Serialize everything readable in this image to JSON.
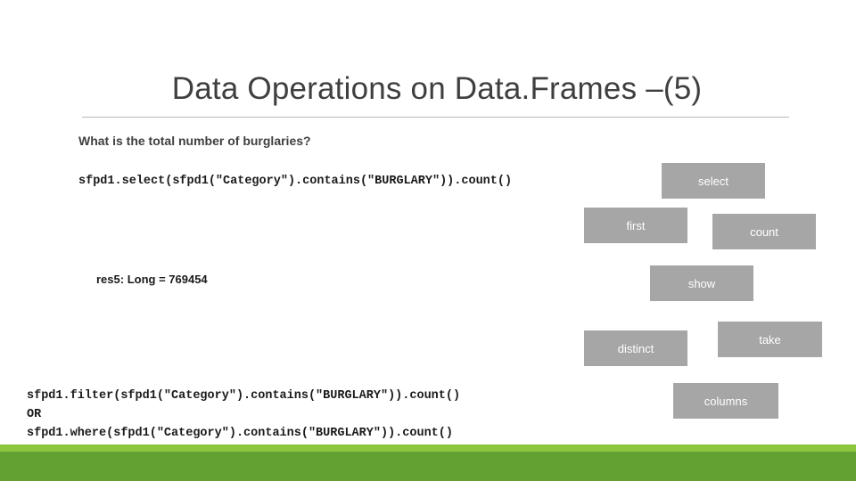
{
  "slide": {
    "title": "Data Operations on Data.Frames –(5)",
    "subtitle": "What is the total number of burglaries?",
    "code_select": "sfpd1.select(sfpd1(\"Category\").contains(\"BURGLARY\")).count()",
    "result": "res5: Long = 769454",
    "code_alternatives": "sfpd1.filter(sfpd1(\"Category\").contains(\"BURGLARY\")).count()\nOR\nsfpd1.where(sfpd1(\"Category\").contains(\"BURGLARY\")).count()"
  },
  "operations": [
    {
      "id": "select",
      "label": "select"
    },
    {
      "id": "first",
      "label": "first"
    },
    {
      "id": "count",
      "label": "count"
    },
    {
      "id": "show",
      "label": "show"
    },
    {
      "id": "distinct",
      "label": "distinct"
    },
    {
      "id": "take",
      "label": "take"
    },
    {
      "id": "columns",
      "label": "columns"
    }
  ],
  "colors": {
    "title_text": "#3f3f3f",
    "body_text": "#1a1a1a",
    "op_box_fill": "#a6a6a6",
    "op_box_text": "#ffffff",
    "rule": "#b9b9b9",
    "footer_light_green": "#8cc63f",
    "footer_dark_green": "#63a132",
    "background": "#ffffff"
  }
}
